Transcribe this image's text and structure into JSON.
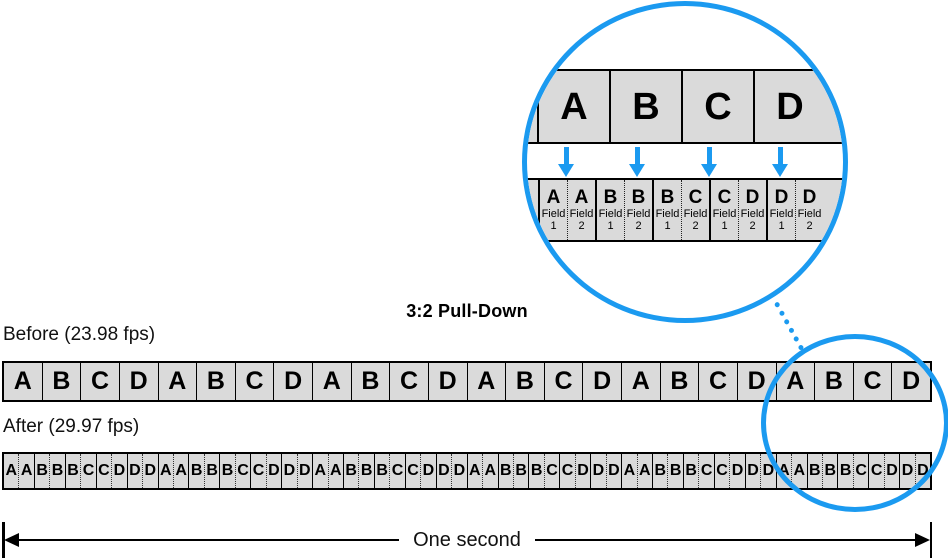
{
  "title": "3:2 Pull-Down",
  "colors": {
    "accent_blue": "#1b9af0",
    "cell_gray": "#dadada"
  },
  "magnifier": {
    "frames": [
      "A",
      "B",
      "C",
      "D"
    ],
    "fields": [
      {
        "letter": "A",
        "label": "Field",
        "num": "1"
      },
      {
        "letter": "A",
        "label": "Field",
        "num": "2"
      },
      {
        "letter": "B",
        "label": "Field",
        "num": "1"
      },
      {
        "letter": "B",
        "label": "Field",
        "num": "2"
      },
      {
        "letter": "B",
        "label": "Field",
        "num": "1"
      },
      {
        "letter": "C",
        "label": "Field",
        "num": "2"
      },
      {
        "letter": "C",
        "label": "Field",
        "num": "1"
      },
      {
        "letter": "D",
        "label": "Field",
        "num": "2"
      },
      {
        "letter": "D",
        "label": "Field",
        "num": "1"
      },
      {
        "letter": "D",
        "label": "Field",
        "num": "2"
      }
    ]
  },
  "before": {
    "label": "Before (23.98 fps)",
    "frames": [
      "A",
      "B",
      "C",
      "D",
      "A",
      "B",
      "C",
      "D",
      "A",
      "B",
      "C",
      "D",
      "A",
      "B",
      "C",
      "D",
      "A",
      "B",
      "C",
      "D",
      "A",
      "B",
      "C",
      "D"
    ]
  },
  "after": {
    "label": "After (29.97 fps)",
    "field_pairs": [
      [
        "A",
        "A"
      ],
      [
        "B",
        "B"
      ],
      [
        "B",
        "C"
      ],
      [
        "C",
        "D"
      ],
      [
        "D",
        "D"
      ],
      [
        "A",
        "A"
      ],
      [
        "B",
        "B"
      ],
      [
        "B",
        "C"
      ],
      [
        "C",
        "D"
      ],
      [
        "D",
        "D"
      ],
      [
        "A",
        "A"
      ],
      [
        "B",
        "B"
      ],
      [
        "B",
        "C"
      ],
      [
        "C",
        "D"
      ],
      [
        "D",
        "D"
      ],
      [
        "A",
        "A"
      ],
      [
        "B",
        "B"
      ],
      [
        "B",
        "C"
      ],
      [
        "C",
        "D"
      ],
      [
        "D",
        "D"
      ],
      [
        "A",
        "A"
      ],
      [
        "B",
        "B"
      ],
      [
        "B",
        "C"
      ],
      [
        "C",
        "D"
      ],
      [
        "D",
        "D"
      ],
      [
        "A",
        "A"
      ],
      [
        "B",
        "B"
      ],
      [
        "B",
        "C"
      ],
      [
        "C",
        "D"
      ],
      [
        "D",
        "D"
      ]
    ]
  },
  "timeline": {
    "label": "One second"
  }
}
